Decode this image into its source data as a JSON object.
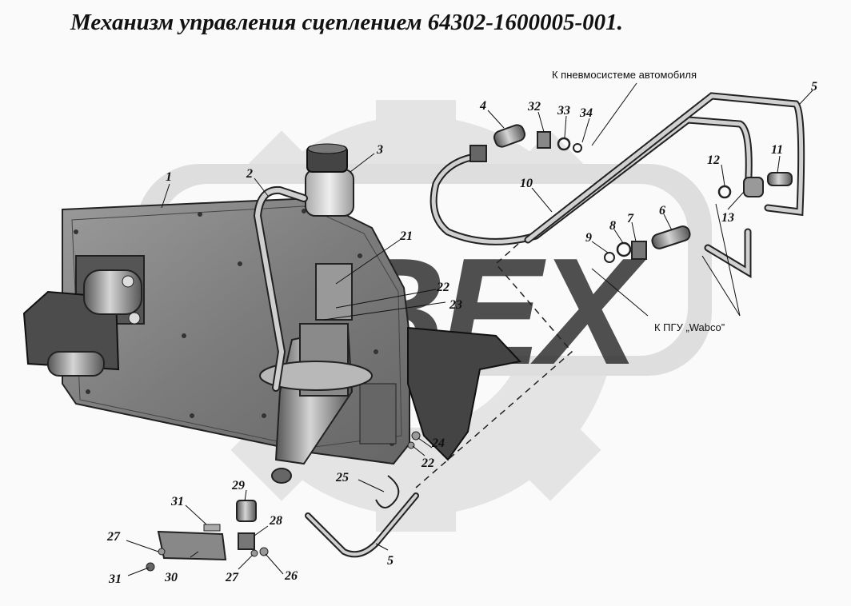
{
  "title": "Механизм управления сцеплением 64302-1600005-001.",
  "notes": {
    "pneumatic": "К пневмосистеме автомобиля",
    "pgu": "К ПГУ „Wabco”"
  },
  "watermark": "ВЕХ",
  "callouts": [
    {
      "id": "c1",
      "text": "1"
    },
    {
      "id": "c2",
      "text": "2"
    },
    {
      "id": "c3",
      "text": "3"
    },
    {
      "id": "c4",
      "text": "4"
    },
    {
      "id": "c5a",
      "text": "5"
    },
    {
      "id": "c5b",
      "text": "5"
    },
    {
      "id": "c6",
      "text": "6"
    },
    {
      "id": "c7",
      "text": "7"
    },
    {
      "id": "c8",
      "text": "8"
    },
    {
      "id": "c9",
      "text": "9"
    },
    {
      "id": "c10",
      "text": "10"
    },
    {
      "id": "c11",
      "text": "11"
    },
    {
      "id": "c12",
      "text": "12"
    },
    {
      "id": "c13",
      "text": "13"
    },
    {
      "id": "c21",
      "text": "21"
    },
    {
      "id": "c22a",
      "text": "22"
    },
    {
      "id": "c22b",
      "text": "22"
    },
    {
      "id": "c23",
      "text": "23"
    },
    {
      "id": "c24",
      "text": "24"
    },
    {
      "id": "c25",
      "text": "25"
    },
    {
      "id": "c26",
      "text": "26"
    },
    {
      "id": "c27a",
      "text": "27"
    },
    {
      "id": "c27b",
      "text": "27"
    },
    {
      "id": "c28",
      "text": "28"
    },
    {
      "id": "c29",
      "text": "29"
    },
    {
      "id": "c30",
      "text": "30"
    },
    {
      "id": "c31a",
      "text": "31"
    },
    {
      "id": "c31b",
      "text": "31"
    },
    {
      "id": "c32",
      "text": "32"
    },
    {
      "id": "c33",
      "text": "33"
    },
    {
      "id": "c34",
      "text": "34"
    }
  ]
}
